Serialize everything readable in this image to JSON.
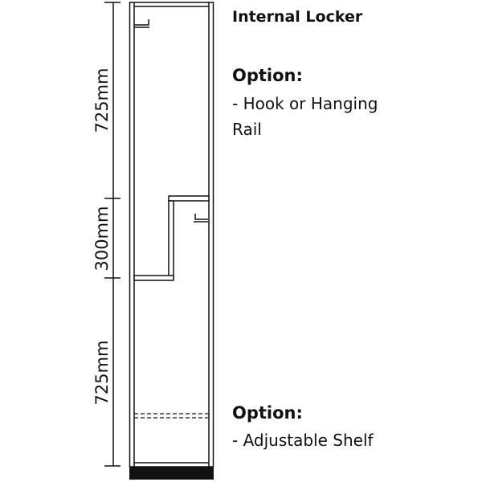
{
  "title": "Internal Locker",
  "dimensions": [
    "725mm",
    "300mm",
    "725mm"
  ],
  "options": [
    {
      "heading": "Option:",
      "lines": [
        "- Hook or Hanging",
        "Rail"
      ]
    },
    {
      "heading": "Option:",
      "lines": [
        "- Adjustable Shelf"
      ]
    }
  ]
}
